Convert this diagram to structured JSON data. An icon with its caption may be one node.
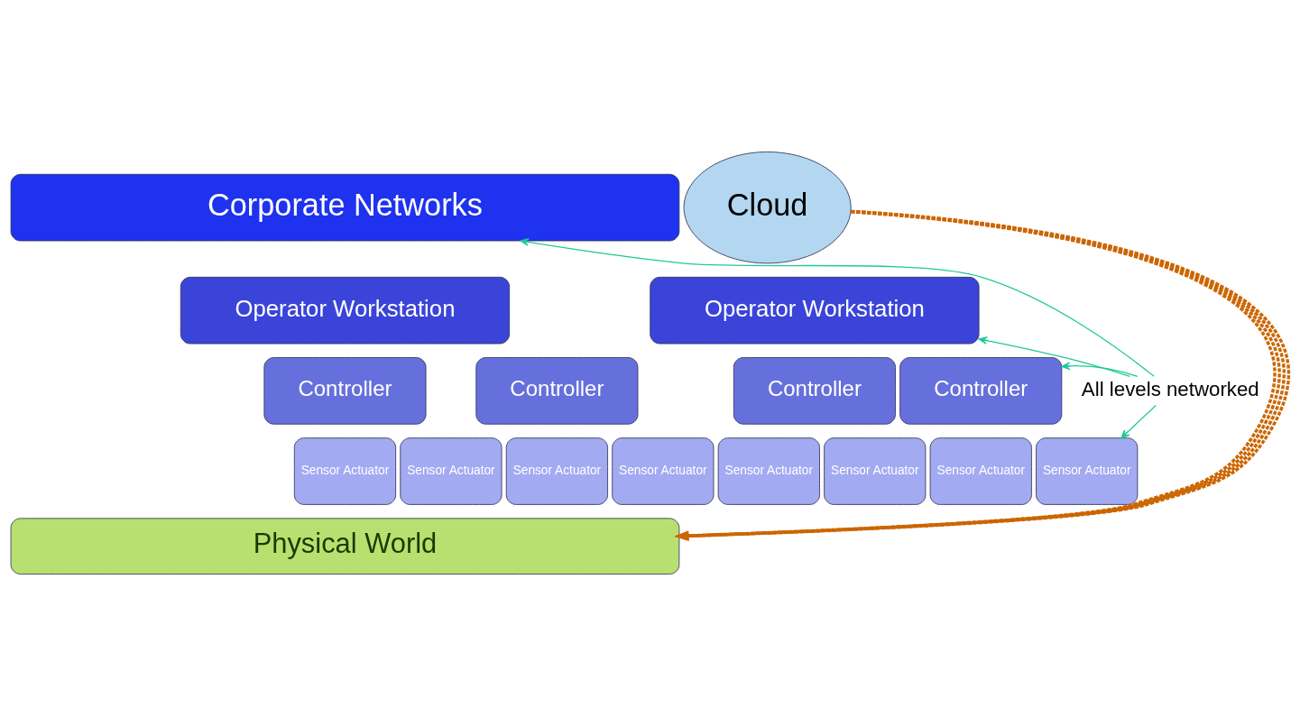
{
  "diagram": {
    "nodes": [
      {
        "text": [
          "Corporate Networks"
        ]
      },
      {
        "text": [
          "Operator Workstation"
        ]
      },
      {
        "text": [
          "Operator Workstation"
        ]
      },
      {
        "text": [
          "Controller"
        ]
      },
      {
        "text": [
          "Controller"
        ]
      },
      {
        "text": [
          "Controller"
        ]
      },
      {
        "text": [
          "Controller"
        ]
      },
      {
        "text": [
          "Sensor Actuator"
        ]
      },
      {
        "text": [
          "Sensor Actuator"
        ]
      },
      {
        "text": [
          "Sensor Actuator"
        ]
      },
      {
        "text": [
          "Sensor Actuator"
        ]
      },
      {
        "text": [
          "Sensor Actuator"
        ]
      },
      {
        "text": [
          "Sensor Actuator"
        ]
      },
      {
        "text": [
          "Sensor Actuator"
        ]
      },
      {
        "text": [
          "Sensor Actuator"
        ]
      },
      {
        "text": [
          "Physical World"
        ]
      },
      {
        "text": [
          "Cloud"
        ]
      },
      {
        "text": [
          "All levels networked"
        ]
      }
    ],
    "edges": [
      {
        "from": 17,
        "to": 0,
        "arrow": "to",
        "color": "#1fc99a"
      },
      {
        "from": 17,
        "to": 2,
        "arrow": "to",
        "color": "#1fc99a"
      },
      {
        "from": 17,
        "to": 6,
        "arrow": "to",
        "color": "#1fc99a"
      },
      {
        "from": 17,
        "to": 14,
        "arrow": "to",
        "color": "#1fc99a"
      },
      {
        "from": 16,
        "to": 15,
        "arrow": "to",
        "style": "dashed",
        "color": "#cc6600"
      },
      {
        "from": 16,
        "to": 15,
        "arrow": "to",
        "style": "dashed",
        "color": "#cc6600"
      },
      {
        "from": 16,
        "to": 15,
        "arrow": "to",
        "style": "dashed",
        "color": "#cc6600"
      },
      {
        "from": 16,
        "to": 15,
        "arrow": "to",
        "style": "dashed",
        "color": "#cc6600"
      }
    ]
  }
}
